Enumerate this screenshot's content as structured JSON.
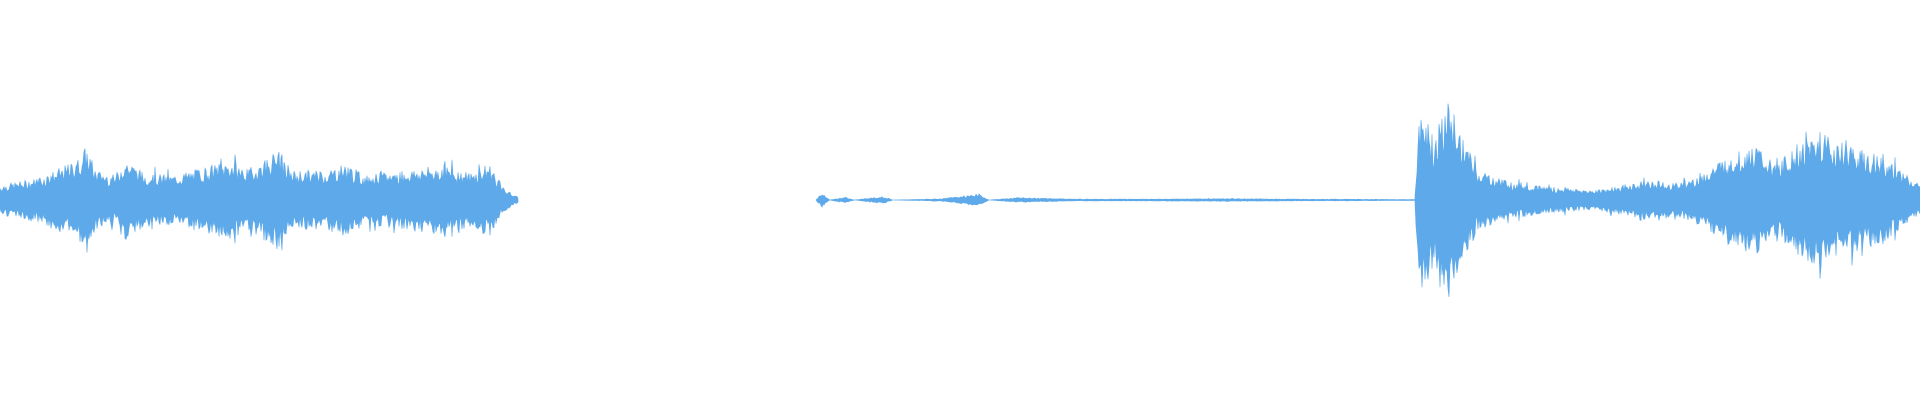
{
  "waveform": {
    "color": "#5DA9E9",
    "background": "#ffffff",
    "segments": [
      {
        "name": "segment-1",
        "start": 0.0,
        "end": 0.27,
        "envelope": [
          [
            0.0,
            0.06
          ],
          [
            0.02,
            0.09
          ],
          [
            0.04,
            0.16
          ],
          [
            0.045,
            0.22
          ],
          [
            0.05,
            0.12
          ],
          [
            0.06,
            0.1
          ],
          [
            0.065,
            0.17
          ],
          [
            0.075,
            0.11
          ],
          [
            0.09,
            0.1
          ],
          [
            0.11,
            0.14
          ],
          [
            0.12,
            0.16
          ],
          [
            0.13,
            0.12
          ],
          [
            0.14,
            0.18
          ],
          [
            0.145,
            0.2
          ],
          [
            0.15,
            0.12
          ],
          [
            0.17,
            0.12
          ],
          [
            0.18,
            0.15
          ],
          [
            0.19,
            0.1
          ],
          [
            0.21,
            0.12
          ],
          [
            0.23,
            0.14
          ],
          [
            0.245,
            0.11
          ],
          [
            0.255,
            0.15
          ],
          [
            0.262,
            0.05
          ],
          [
            0.27,
            0.01
          ]
        ]
      },
      {
        "name": "segment-2",
        "start": 0.425,
        "end": 0.74,
        "envelope": [
          [
            0.425,
            0.0
          ],
          [
            0.428,
            0.03
          ],
          [
            0.432,
            0.0
          ],
          [
            0.44,
            0.012
          ],
          [
            0.445,
            0.0
          ],
          [
            0.46,
            0.015
          ],
          [
            0.465,
            0.0
          ],
          [
            0.49,
            0.005
          ],
          [
            0.51,
            0.025
          ],
          [
            0.515,
            0.0
          ],
          [
            0.53,
            0.01
          ],
          [
            0.56,
            0.004
          ],
          [
            0.6,
            0.004
          ],
          [
            0.64,
            0.006
          ],
          [
            0.67,
            0.004
          ],
          [
            0.71,
            0.003
          ],
          [
            0.74,
            0.002
          ]
        ]
      },
      {
        "name": "segment-3",
        "start": 0.737,
        "end": 1.0,
        "envelope": [
          [
            0.737,
            0.02
          ],
          [
            0.739,
            0.3
          ],
          [
            0.742,
            0.4
          ],
          [
            0.746,
            0.22
          ],
          [
            0.75,
            0.32
          ],
          [
            0.755,
            0.4
          ],
          [
            0.76,
            0.28
          ],
          [
            0.77,
            0.12
          ],
          [
            0.785,
            0.08
          ],
          [
            0.8,
            0.06
          ],
          [
            0.83,
            0.04
          ],
          [
            0.845,
            0.06
          ],
          [
            0.86,
            0.08
          ],
          [
            0.875,
            0.07
          ],
          [
            0.885,
            0.1
          ],
          [
            0.9,
            0.18
          ],
          [
            0.915,
            0.22
          ],
          [
            0.925,
            0.14
          ],
          [
            0.935,
            0.22
          ],
          [
            0.95,
            0.28
          ],
          [
            0.96,
            0.22
          ],
          [
            0.97,
            0.2
          ],
          [
            0.98,
            0.18
          ],
          [
            0.99,
            0.12
          ],
          [
            1.0,
            0.06
          ]
        ]
      }
    ],
    "centerline": {
      "start": 0.53,
      "end": 0.74
    }
  }
}
